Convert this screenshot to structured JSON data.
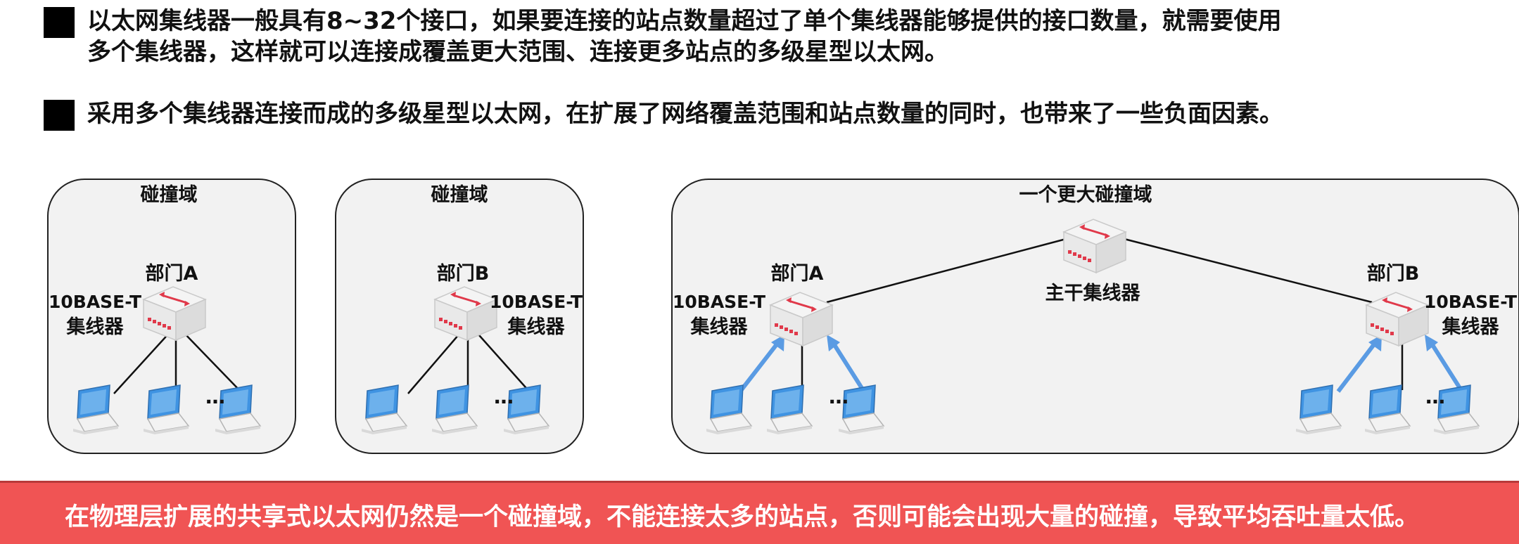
{
  "bullets": [
    "以太网集线器一般具有8~32个接口，如果要连接的站点数量超过了单个集线器能够提供的接口数量，就需要使用\n多个集线器，这样就可以连接成覆盖更大范围、连接更多站点的多级星型以太网。",
    "采用多个集线器连接而成的多级星型以太网，在扩展了网络覆盖范围和站点数量的同时，也带来了一些负面因素。"
  ],
  "diagram": {
    "domain_left": "碰撞域",
    "domain_middle": "碰撞域",
    "domain_right": "一个更大碰撞域",
    "dept_a": "部门A",
    "dept_b": "部门B",
    "hub_model": "10BASE-T",
    "hub_word": "集线器",
    "backbone": "主干集线器",
    "ellipsis": "…",
    "colors": {
      "arrow": "#5a9be3",
      "hub_mark": "#e0394a",
      "laptop_screen": "#3f93e2"
    }
  },
  "banner": {
    "text": "在物理层扩展的共享式以太网仍然是一个碰撞域，不能连接太多的站点，否则可能会出现大量的碰撞，导致平均吞吐量太低。",
    "color": "#f05454"
  }
}
